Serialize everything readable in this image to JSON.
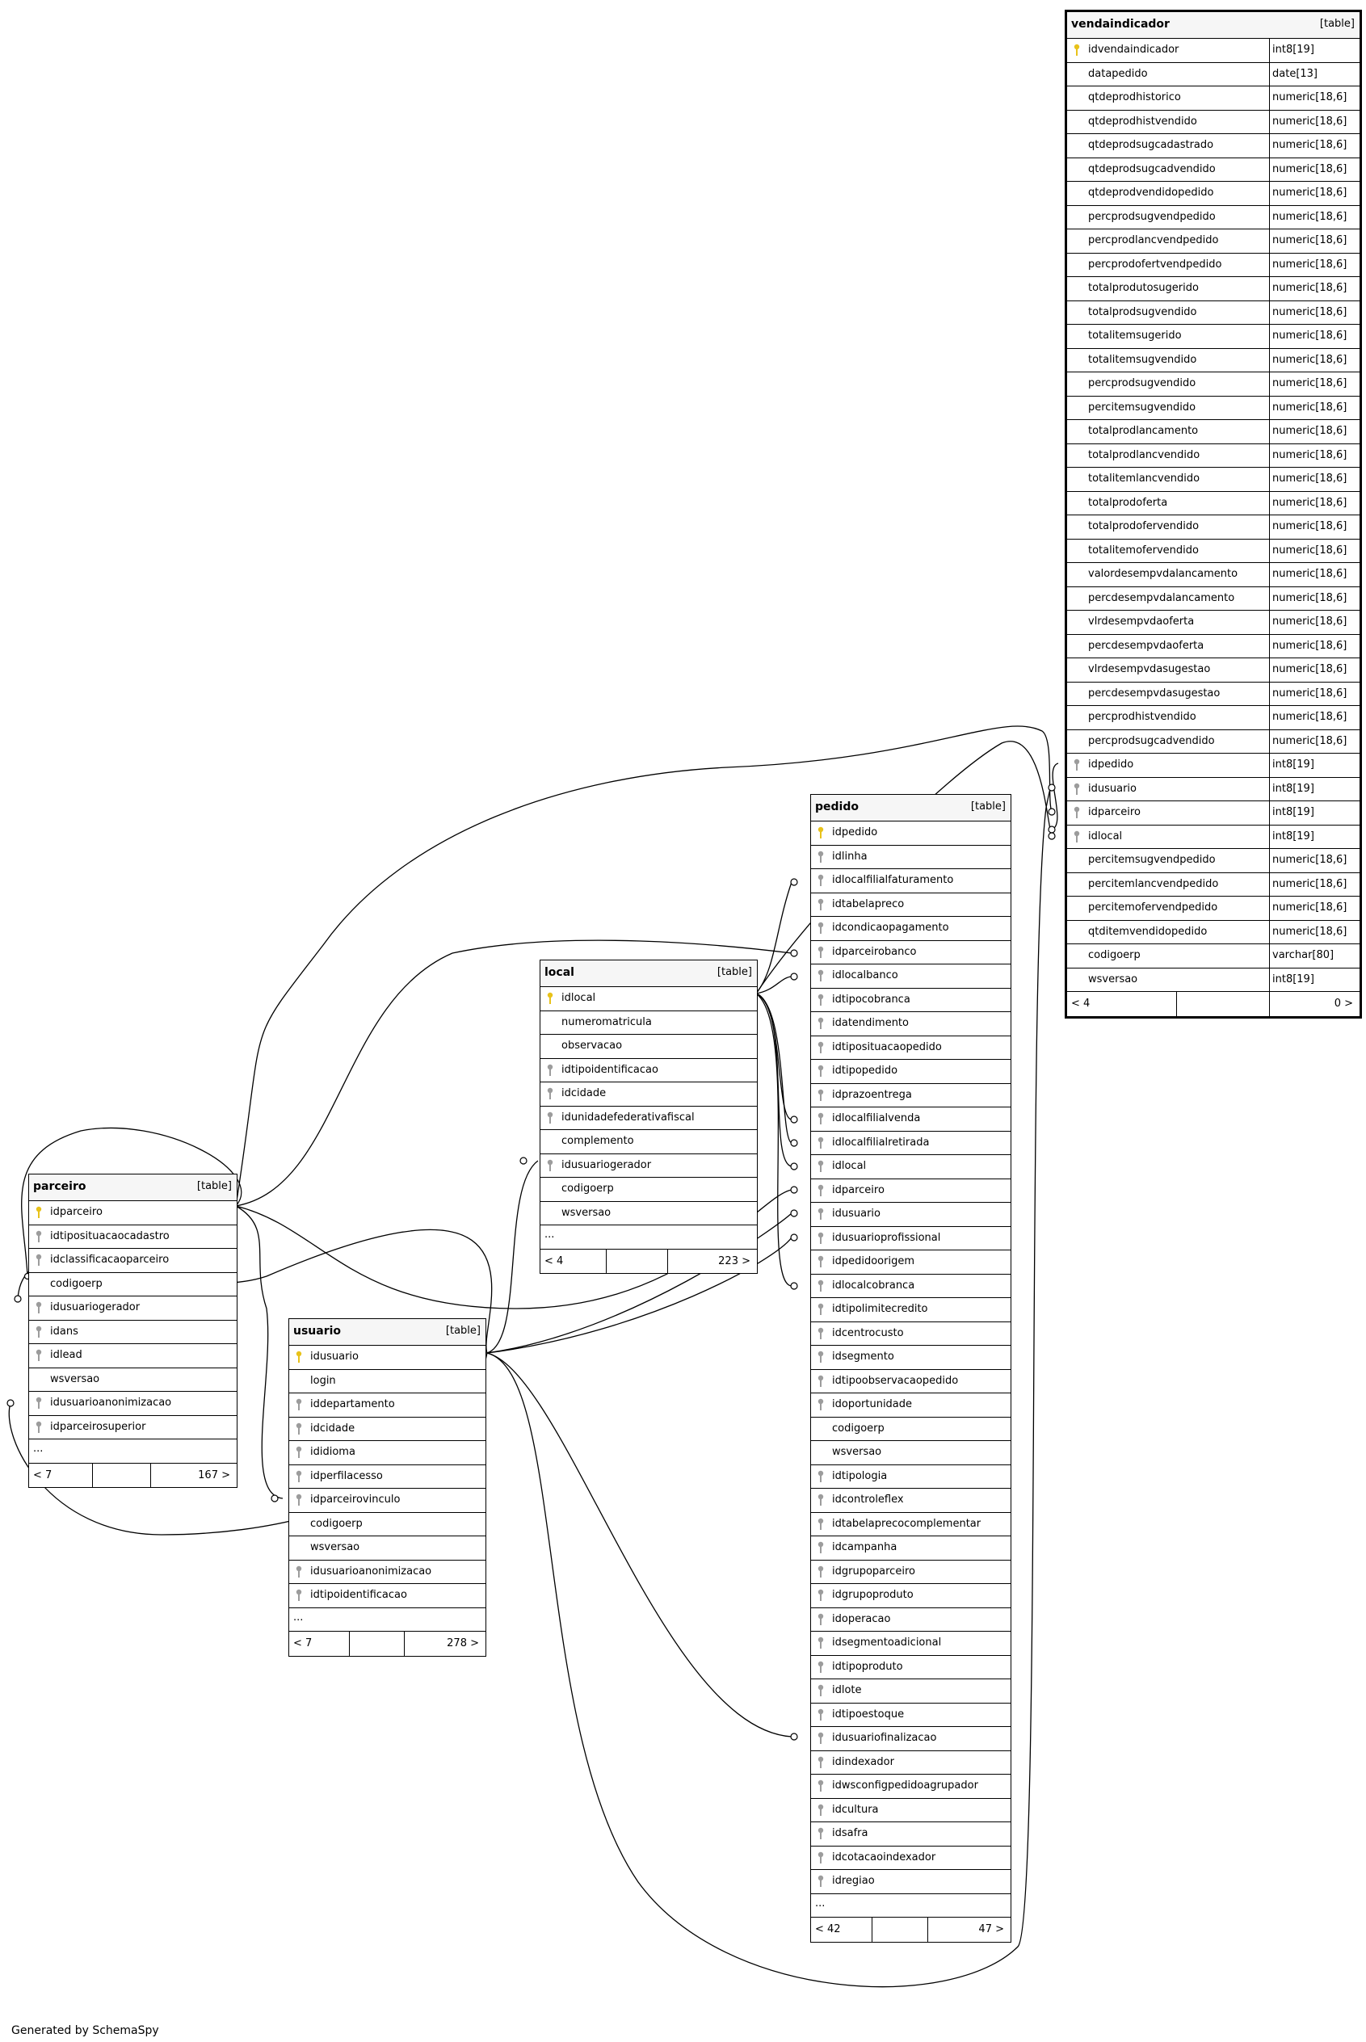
{
  "footer_text": "Generated by SchemaSpy",
  "icon_colors": {
    "primary_key": "#e8c21a",
    "foreign_key": "#9c9c9c"
  },
  "tables": [
    {
      "name": "vendaindicador",
      "type": "[table]",
      "focus": true,
      "left_count": "< 4",
      "right_count": "0 >",
      "columns": [
        {
          "name": "idvendaindicador",
          "type": "int8[19]",
          "icon": "key-pk"
        },
        {
          "name": "datapedido",
          "type": "date[13]",
          "icon": ""
        },
        {
          "name": "qtdeprodhistorico",
          "type": "numeric[18,6]",
          "icon": ""
        },
        {
          "name": "qtdeprodhistvendido",
          "type": "numeric[18,6]",
          "icon": ""
        },
        {
          "name": "qtdeprodsugcadastrado",
          "type": "numeric[18,6]",
          "icon": ""
        },
        {
          "name": "qtdeprodsugcadvendido",
          "type": "numeric[18,6]",
          "icon": ""
        },
        {
          "name": "qtdeprodvendidopedido",
          "type": "numeric[18,6]",
          "icon": ""
        },
        {
          "name": "percprodsugvendpedido",
          "type": "numeric[18,6]",
          "icon": ""
        },
        {
          "name": "percprodlancvendpedido",
          "type": "numeric[18,6]",
          "icon": ""
        },
        {
          "name": "percprodofertvendpedido",
          "type": "numeric[18,6]",
          "icon": ""
        },
        {
          "name": "totalprodutosugerido",
          "type": "numeric[18,6]",
          "icon": ""
        },
        {
          "name": "totalprodsugvendido",
          "type": "numeric[18,6]",
          "icon": ""
        },
        {
          "name": "totalitemsugerido",
          "type": "numeric[18,6]",
          "icon": ""
        },
        {
          "name": "totalitemsugvendido",
          "type": "numeric[18,6]",
          "icon": ""
        },
        {
          "name": "percprodsugvendido",
          "type": "numeric[18,6]",
          "icon": ""
        },
        {
          "name": "percitemsugvendido",
          "type": "numeric[18,6]",
          "icon": ""
        },
        {
          "name": "totalprodlancamento",
          "type": "numeric[18,6]",
          "icon": ""
        },
        {
          "name": "totalprodlancvendido",
          "type": "numeric[18,6]",
          "icon": ""
        },
        {
          "name": "totalitemlancvendido",
          "type": "numeric[18,6]",
          "icon": ""
        },
        {
          "name": "totalprodoferta",
          "type": "numeric[18,6]",
          "icon": ""
        },
        {
          "name": "totalprodofervendido",
          "type": "numeric[18,6]",
          "icon": ""
        },
        {
          "name": "totalitemofervendido",
          "type": "numeric[18,6]",
          "icon": ""
        },
        {
          "name": "valordesempvdalancamento",
          "type": "numeric[18,6]",
          "icon": ""
        },
        {
          "name": "percdesempvdalancamento",
          "type": "numeric[18,6]",
          "icon": ""
        },
        {
          "name": "vlrdesempvdaoferta",
          "type": "numeric[18,6]",
          "icon": ""
        },
        {
          "name": "percdesempvdaoferta",
          "type": "numeric[18,6]",
          "icon": ""
        },
        {
          "name": "vlrdesempvdasugestao",
          "type": "numeric[18,6]",
          "icon": ""
        },
        {
          "name": "percdesempvdasugestao",
          "type": "numeric[18,6]",
          "icon": ""
        },
        {
          "name": "percprodhistvendido",
          "type": "numeric[18,6]",
          "icon": ""
        },
        {
          "name": "percprodsugcadvendido",
          "type": "numeric[18,6]",
          "icon": ""
        },
        {
          "name": "idpedido",
          "type": "int8[19]",
          "icon": "key-fk"
        },
        {
          "name": "idusuario",
          "type": "int8[19]",
          "icon": "key-fk"
        },
        {
          "name": "idparceiro",
          "type": "int8[19]",
          "icon": "key-fk"
        },
        {
          "name": "idlocal",
          "type": "int8[19]",
          "icon": "key-fk"
        },
        {
          "name": "percitemsugvendpedido",
          "type": "numeric[18,6]",
          "icon": ""
        },
        {
          "name": "percitemlancvendpedido",
          "type": "numeric[18,6]",
          "icon": ""
        },
        {
          "name": "percitemofervendpedido",
          "type": "numeric[18,6]",
          "icon": ""
        },
        {
          "name": "qtditemvendidopedido",
          "type": "numeric[18,6]",
          "icon": ""
        },
        {
          "name": "codigoerp",
          "type": "varchar[80]",
          "icon": ""
        },
        {
          "name": "wsversao",
          "type": "int8[19]",
          "icon": ""
        }
      ]
    },
    {
      "name": "pedido",
      "type": "[table]",
      "focus": false,
      "more": "...",
      "left_count": "< 42",
      "right_count": "47 >",
      "columns": [
        {
          "name": "idpedido",
          "icon": "key-pk"
        },
        {
          "name": "idlinha",
          "icon": "key-fk"
        },
        {
          "name": "idlocalfilialfaturamento",
          "icon": "key-fk"
        },
        {
          "name": "idtabelapreco",
          "icon": "key-fk"
        },
        {
          "name": "idcondicaopagamento",
          "icon": "key-fk"
        },
        {
          "name": "idparceirobanco",
          "icon": "key-fk"
        },
        {
          "name": "idlocalbanco",
          "icon": "key-fk"
        },
        {
          "name": "idtipocobranca",
          "icon": "key-fk"
        },
        {
          "name": "idatendimento",
          "icon": "key-fk"
        },
        {
          "name": "idtiposituacaopedido",
          "icon": "key-fk"
        },
        {
          "name": "idtipopedido",
          "icon": "key-fk"
        },
        {
          "name": "idprazoentrega",
          "icon": "key-fk"
        },
        {
          "name": "idlocalfilialvenda",
          "icon": "key-fk"
        },
        {
          "name": "idlocalfilialretirada",
          "icon": "key-fk"
        },
        {
          "name": "idlocal",
          "icon": "key-fk"
        },
        {
          "name": "idparceiro",
          "icon": "key-fk"
        },
        {
          "name": "idusuario",
          "icon": "key-fk"
        },
        {
          "name": "idusuarioprofissional",
          "icon": "key-fk"
        },
        {
          "name": "idpedidoorigem",
          "icon": "key-fk"
        },
        {
          "name": "idlocalcobranca",
          "icon": "key-fk"
        },
        {
          "name": "idtipolimitecredito",
          "icon": "key-fk"
        },
        {
          "name": "idcentrocusto",
          "icon": "key-fk"
        },
        {
          "name": "idsegmento",
          "icon": "key-fk"
        },
        {
          "name": "idtipoobservacaopedido",
          "icon": "key-fk"
        },
        {
          "name": "idoportunidade",
          "icon": "key-fk"
        },
        {
          "name": "codigoerp",
          "icon": ""
        },
        {
          "name": "wsversao",
          "icon": ""
        },
        {
          "name": "idtipologia",
          "icon": "key-fk"
        },
        {
          "name": "idcontroleflex",
          "icon": "key-fk"
        },
        {
          "name": "idtabelaprecocomplementar",
          "icon": "key-fk"
        },
        {
          "name": "idcampanha",
          "icon": "key-fk"
        },
        {
          "name": "idgrupoparceiro",
          "icon": "key-fk"
        },
        {
          "name": "idgrupoproduto",
          "icon": "key-fk"
        },
        {
          "name": "idoperacao",
          "icon": "key-fk"
        },
        {
          "name": "idsegmentoadicional",
          "icon": "key-fk"
        },
        {
          "name": "idtipoproduto",
          "icon": "key-fk"
        },
        {
          "name": "idlote",
          "icon": "key-fk"
        },
        {
          "name": "idtipoestoque",
          "icon": "key-fk"
        },
        {
          "name": "idusuariofinalizacao",
          "icon": "key-fk"
        },
        {
          "name": "idindexador",
          "icon": "key-fk"
        },
        {
          "name": "idwsconfigpedidoagrupador",
          "icon": "key-fk"
        },
        {
          "name": "idcultura",
          "icon": "key-fk"
        },
        {
          "name": "idsafra",
          "icon": "key-fk"
        },
        {
          "name": "idcotacaoindexador",
          "icon": "key-fk"
        },
        {
          "name": "idregiao",
          "icon": "key-fk"
        }
      ]
    },
    {
      "name": "local",
      "type": "[table]",
      "focus": false,
      "more": "...",
      "left_count": "< 4",
      "right_count": "223 >",
      "columns": [
        {
          "name": "idlocal",
          "icon": "key-pk"
        },
        {
          "name": "numeromatricula",
          "icon": ""
        },
        {
          "name": "observacao",
          "icon": ""
        },
        {
          "name": "idtipoidentificacao",
          "icon": "key-fk"
        },
        {
          "name": "idcidade",
          "icon": "key-fk"
        },
        {
          "name": "idunidadefederativafiscal",
          "icon": "key-fk"
        },
        {
          "name": "complemento",
          "icon": ""
        },
        {
          "name": "idusuariogerador",
          "icon": "key-fk"
        },
        {
          "name": "codigoerp",
          "icon": ""
        },
        {
          "name": "wsversao",
          "icon": ""
        }
      ]
    },
    {
      "name": "parceiro",
      "type": "[table]",
      "focus": false,
      "more": "...",
      "left_count": "< 7",
      "right_count": "167 >",
      "columns": [
        {
          "name": "idparceiro",
          "icon": "key-pk"
        },
        {
          "name": "idtiposituacaocadastro",
          "icon": "key-fk"
        },
        {
          "name": "idclassificacaoparceiro",
          "icon": "key-fk"
        },
        {
          "name": "codigoerp",
          "icon": ""
        },
        {
          "name": "idusuariogerador",
          "icon": "key-fk"
        },
        {
          "name": "idans",
          "icon": "key-fk"
        },
        {
          "name": "idlead",
          "icon": "key-fk"
        },
        {
          "name": "wsversao",
          "icon": ""
        },
        {
          "name": "idusuarioanonimizacao",
          "icon": "key-fk"
        },
        {
          "name": "idparceirosuperior",
          "icon": "key-fk"
        }
      ]
    },
    {
      "name": "usuario",
      "type": "[table]",
      "focus": false,
      "more": "...",
      "left_count": "< 7",
      "right_count": "278 >",
      "columns": [
        {
          "name": "idusuario",
          "icon": "key-pk"
        },
        {
          "name": "login",
          "icon": ""
        },
        {
          "name": "iddepartamento",
          "icon": "key-fk"
        },
        {
          "name": "idcidade",
          "icon": "key-fk"
        },
        {
          "name": "ididioma",
          "icon": "key-fk"
        },
        {
          "name": "idperfilacesso",
          "icon": "key-fk"
        },
        {
          "name": "idparceirovinculo",
          "icon": "key-fk"
        },
        {
          "name": "codigoerp",
          "icon": ""
        },
        {
          "name": "wsversao",
          "icon": ""
        },
        {
          "name": "idusuarioanonimizacao",
          "icon": "key-fk"
        },
        {
          "name": "idtipoidentificacao",
          "icon": "key-fk"
        }
      ]
    }
  ]
}
